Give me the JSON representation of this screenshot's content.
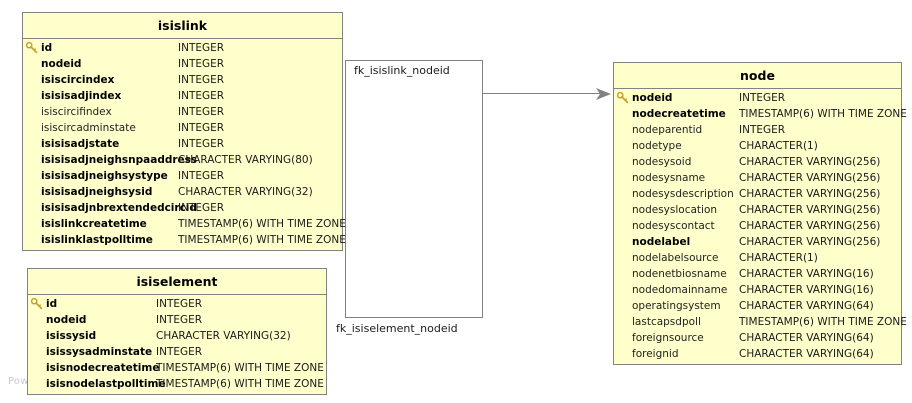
{
  "diagram": {
    "type": "database-er-diagram",
    "watermark": "Pow",
    "colors": {
      "table_fill": "#ffffcc",
      "table_border": "#828282",
      "connector": "#828282",
      "key_icon": "#c8a02d",
      "text": "#000000"
    }
  },
  "tables": [
    {
      "name": "isislink",
      "title": "isislink",
      "columns": [
        {
          "key": true,
          "bold": true,
          "name": "id",
          "type": "INTEGER"
        },
        {
          "key": false,
          "bold": true,
          "name": "nodeid",
          "type": "INTEGER"
        },
        {
          "key": false,
          "bold": true,
          "name": "isiscircindex",
          "type": "INTEGER"
        },
        {
          "key": false,
          "bold": true,
          "name": "isisisadjindex",
          "type": "INTEGER"
        },
        {
          "key": false,
          "bold": false,
          "name": "isiscircifindex",
          "type": "INTEGER"
        },
        {
          "key": false,
          "bold": false,
          "name": "isiscircadminstate",
          "type": "INTEGER"
        },
        {
          "key": false,
          "bold": true,
          "name": "isisisadjstate",
          "type": "INTEGER"
        },
        {
          "key": false,
          "bold": true,
          "name": "isisisadjneighsnpaaddress",
          "type": "CHARACTER VARYING(80)"
        },
        {
          "key": false,
          "bold": true,
          "name": "isisisadjneighsystype",
          "type": "INTEGER"
        },
        {
          "key": false,
          "bold": true,
          "name": "isisisadjneighsysid",
          "type": "CHARACTER VARYING(32)"
        },
        {
          "key": false,
          "bold": true,
          "name": "isisisadjnbrextendedcircid",
          "type": "INTEGER"
        },
        {
          "key": false,
          "bold": true,
          "name": "isislinkcreatetime",
          "type": "TIMESTAMP(6) WITH TIME ZONE"
        },
        {
          "key": false,
          "bold": true,
          "name": "isislinklastpolltime",
          "type": "TIMESTAMP(6) WITH TIME ZONE"
        }
      ]
    },
    {
      "name": "isiselement",
      "title": "isiselement",
      "columns": [
        {
          "key": true,
          "bold": true,
          "name": "id",
          "type": "INTEGER"
        },
        {
          "key": false,
          "bold": true,
          "name": "nodeid",
          "type": "INTEGER"
        },
        {
          "key": false,
          "bold": true,
          "name": "isissysid",
          "type": "CHARACTER VARYING(32)"
        },
        {
          "key": false,
          "bold": true,
          "name": "isissysadminstate",
          "type": "INTEGER"
        },
        {
          "key": false,
          "bold": true,
          "name": "isisnodecreatetime",
          "type": "TIMESTAMP(6) WITH TIME ZONE"
        },
        {
          "key": false,
          "bold": true,
          "name": "isisnodelastpolltime",
          "type": "TIMESTAMP(6) WITH TIME ZONE"
        }
      ]
    },
    {
      "name": "node",
      "title": "node",
      "columns": [
        {
          "key": true,
          "bold": true,
          "name": "nodeid",
          "type": "INTEGER"
        },
        {
          "key": false,
          "bold": true,
          "name": "nodecreatetime",
          "type": "TIMESTAMP(6) WITH TIME ZONE"
        },
        {
          "key": false,
          "bold": false,
          "name": "nodeparentid",
          "type": "INTEGER"
        },
        {
          "key": false,
          "bold": false,
          "name": "nodetype",
          "type": "CHARACTER(1)"
        },
        {
          "key": false,
          "bold": false,
          "name": "nodesysoid",
          "type": "CHARACTER VARYING(256)"
        },
        {
          "key": false,
          "bold": false,
          "name": "nodesysname",
          "type": "CHARACTER VARYING(256)"
        },
        {
          "key": false,
          "bold": false,
          "name": "nodesysdescription",
          "type": "CHARACTER VARYING(256)"
        },
        {
          "key": false,
          "bold": false,
          "name": "nodesyslocation",
          "type": "CHARACTER VARYING(256)"
        },
        {
          "key": false,
          "bold": false,
          "name": "nodesyscontact",
          "type": "CHARACTER VARYING(256)"
        },
        {
          "key": false,
          "bold": true,
          "name": "nodelabel",
          "type": "CHARACTER VARYING(256)"
        },
        {
          "key": false,
          "bold": false,
          "name": "nodelabelsource",
          "type": "CHARACTER(1)"
        },
        {
          "key": false,
          "bold": false,
          "name": "nodenetbiosname",
          "type": "CHARACTER VARYING(16)"
        },
        {
          "key": false,
          "bold": false,
          "name": "nodedomainname",
          "type": "CHARACTER VARYING(16)"
        },
        {
          "key": false,
          "bold": false,
          "name": "operatingsystem",
          "type": "CHARACTER VARYING(64)"
        },
        {
          "key": false,
          "bold": false,
          "name": "lastcapsdpoll",
          "type": "TIMESTAMP(6) WITH TIME ZONE"
        },
        {
          "key": false,
          "bold": false,
          "name": "foreignsource",
          "type": "CHARACTER VARYING(64)"
        },
        {
          "key": false,
          "bold": false,
          "name": "foreignid",
          "type": "CHARACTER VARYING(64)"
        }
      ]
    }
  ],
  "relationships": [
    {
      "label": "fk_isislink_nodeid",
      "from": "isislink",
      "to": "node"
    },
    {
      "label": "fk_isiselement_nodeid",
      "from": "isiselement",
      "to": "node"
    }
  ]
}
